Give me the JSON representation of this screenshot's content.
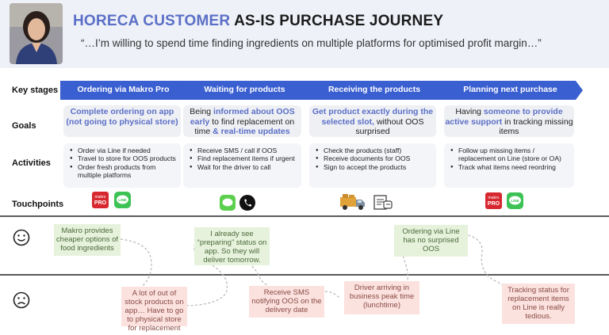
{
  "header": {
    "title_highlight": "HORECA CUSTOMER",
    "title_rest": "AS-IS PURCHASE JOURNEY",
    "quote": "“…I’m willing to spend time finding ingredients on multiple platforms for optimised profit margin…”"
  },
  "row_labels": {
    "stages": "Key stages",
    "goals": "Goals",
    "activities": "Activities",
    "touchpoints": "Touchpoints"
  },
  "stages": [
    {
      "label": "Ordering via Makro Pro",
      "goal": {
        "pre": "",
        "bold": "Complete ordering on app (not going to physical store)",
        "post": ""
      },
      "activities": [
        "Order via Line if needed",
        "Travel to store for OOS products",
        "Order fresh products from multiple platforms"
      ]
    },
    {
      "label": "Waiting for products",
      "goal": {
        "pre": "Being ",
        "bold": "informed about OOS early",
        "mid": " to find replacement on time ",
        "bold2": "& real-time updates"
      },
      "activities": [
        "Receive SMS / call if OOS",
        "Find replacement items if urgent",
        "Wait for the driver to call"
      ]
    },
    {
      "label": "Receiving the products",
      "goal": {
        "pre": "",
        "bold": "Get product exactly during the selected slot,",
        "post": " without OOS surprised"
      },
      "activities": [
        "Check the products (staff)",
        "Receive documents for OOS",
        "Sign to accept the products"
      ]
    },
    {
      "label": "Planning next purchase",
      "goal": {
        "pre": "Having ",
        "bold": "someone to provide active support",
        "post": " in tracking missing items"
      },
      "activities": [
        "Follow up missing items / replacement on Line (store or OA)",
        "Track what items need reordring"
      ]
    }
  ],
  "touchpoints": {
    "makro_logo_text_1": "makro",
    "makro_logo_text_2": "PRO",
    "line_logo_text": "LINE"
  },
  "positive_notes": [
    "Makro provides cheaper options of food ingredients",
    "I already see “preparing” status on app. So they will deliver tomorrow.",
    "Ordering via Line has no surprised OOS"
  ],
  "negative_notes": [
    "A lot of out of stock products on app… Have to go to physical store for replacement",
    "Receive SMS notifying OOS on the delivery date",
    "Driver arriving  in business peak time (lunchtime)",
    "Tracking status for replacement items on Line is really tedious."
  ],
  "colors": {
    "accent": "#5b6fc6",
    "chevron": "#3a5fd0",
    "positive_bg": "#e7f2dc",
    "negative_bg": "#fbe2df"
  }
}
